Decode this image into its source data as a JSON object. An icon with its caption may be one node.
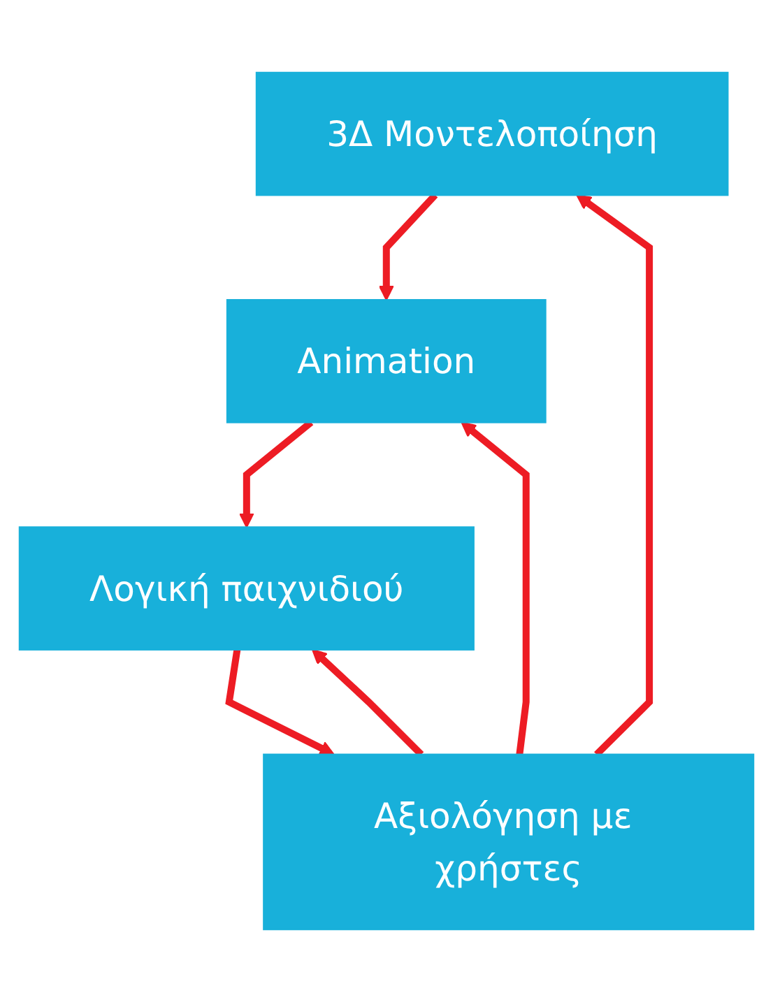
{
  "diagram": {
    "nodes": [
      {
        "text": [
          "3Δ Μοντελοποίηση"
        ]
      },
      {
        "text": [
          "Animation"
        ]
      },
      {
        "text": [
          "Λογική παιχνιδιού"
        ]
      },
      {
        "text": [
          "Αξιολόγηση με χρήστες"
        ]
      }
    ],
    "edges": [
      {
        "from": 0,
        "to": 1,
        "arrow": "to"
      },
      {
        "from": 1,
        "to": 2,
        "arrow": "to"
      },
      {
        "from": 2,
        "to": 3,
        "arrow": "to"
      },
      {
        "from": 3,
        "to": 0,
        "arrow": "to"
      },
      {
        "from": 3,
        "to": 1,
        "arrow": "to"
      },
      {
        "from": 3,
        "to": 2,
        "arrow": "to"
      }
    ]
  }
}
